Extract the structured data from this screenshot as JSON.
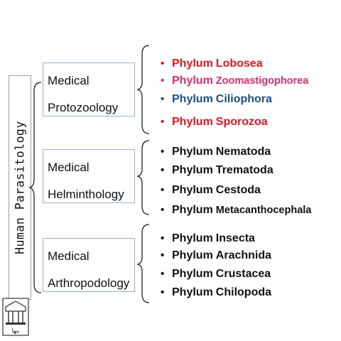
{
  "root": {
    "label": "Human Parasitology"
  },
  "categories": [
    {
      "line1": "Medical",
      "line2": "Protozoology",
      "phyla": [
        {
          "prefix": "Phylum",
          "name": "Lobosea",
          "color": "#e8141b"
        },
        {
          "prefix": "Phylum",
          "name": "Zoomastigophorea",
          "color": "#e8296f"
        },
        {
          "prefix": "Phylum",
          "name": "Ciliophora",
          "color": "#1f4e8c"
        },
        {
          "prefix": "Phylum",
          "name": "Sporozoa",
          "color": "#e8141b"
        }
      ]
    },
    {
      "line1": "Medical",
      "line2": "Helminthology",
      "phyla": [
        {
          "prefix": "Phylum",
          "name": "Nematoda",
          "color": "#111111"
        },
        {
          "prefix": "Phylum",
          "name": "Trematoda",
          "color": "#111111"
        },
        {
          "prefix": "Phylum",
          "name": "Cestoda",
          "color": "#111111"
        },
        {
          "prefix": "Phylum",
          "name": "Metacanthocephala",
          "color": "#111111"
        }
      ]
    },
    {
      "line1": "Medical",
      "line2": "Arthropodology",
      "phyla": [
        {
          "prefix": "Phylum",
          "name": "Insecta",
          "color": "#111111"
        },
        {
          "prefix": "Phylum",
          "name": "Arachnida",
          "color": "#111111"
        },
        {
          "prefix": "Phylum",
          "name": "Crustacea",
          "color": "#111111"
        },
        {
          "prefix": "Phylum",
          "name": "Chilopoda",
          "color": "#111111"
        }
      ]
    }
  ],
  "logo": {
    "icon": "university-logo-icon",
    "text": "بنها"
  }
}
